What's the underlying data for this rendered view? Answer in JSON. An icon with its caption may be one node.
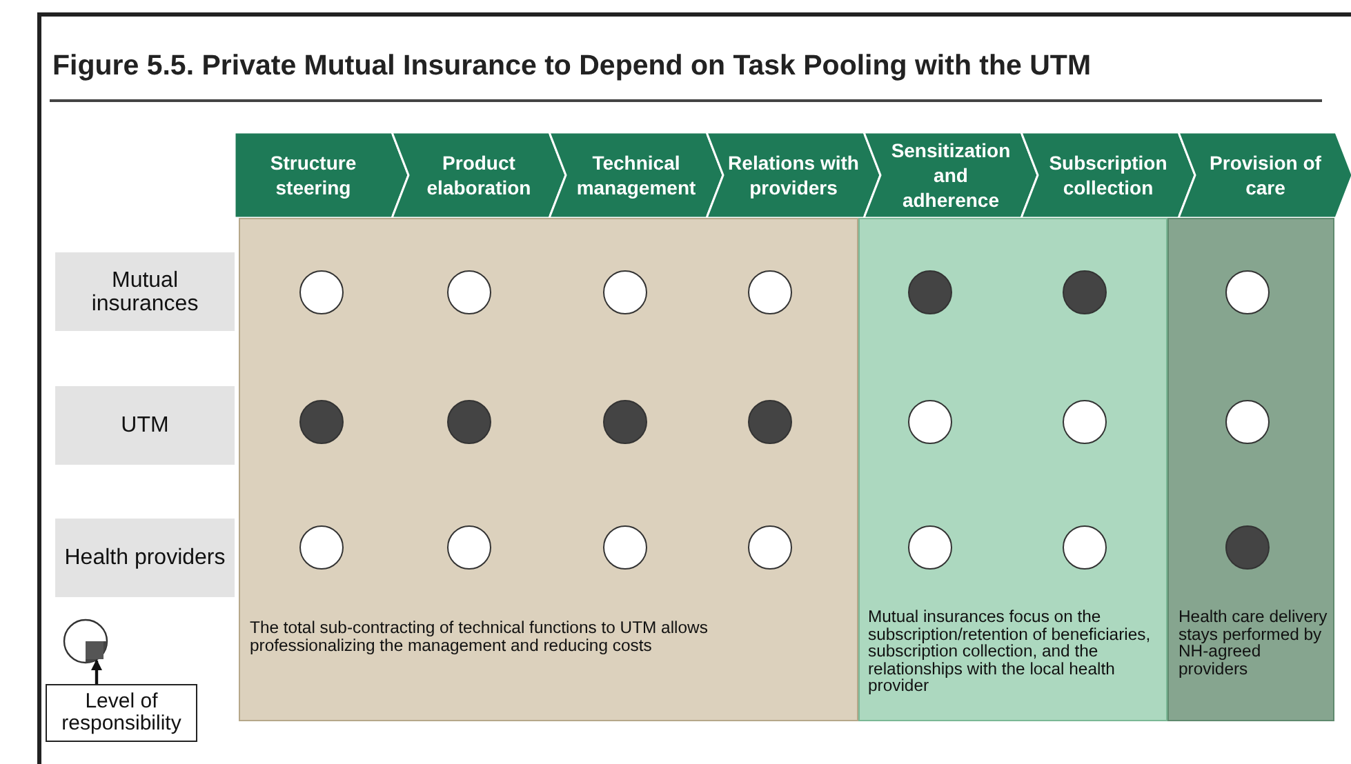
{
  "diagram": {
    "title": "Figure 5.5. Private Mutual Insurance to Depend on Task Pooling with the UTM",
    "nodes": [
      {
        "text": [
          "Structure steering"
        ]
      },
      {
        "text": [
          "Product elaboration"
        ]
      },
      {
        "text": [
          "Technical management"
        ]
      },
      {
        "text": [
          "Relations with providers"
        ]
      },
      {
        "text": [
          "Sensitization and adherence"
        ]
      },
      {
        "text": [
          "Subscription collection"
        ]
      },
      {
        "text": [
          "Provision of care"
        ]
      },
      {
        "text": [
          "Mutual insurances"
        ]
      },
      {
        "text": [
          "UTM"
        ]
      },
      {
        "text": [
          "Health providers"
        ]
      },
      {
        "text": [
          "The total sub-contracting of technical functions to UTM allows professionalizing the management and reducing costs"
        ]
      },
      {
        "text": [
          "Mutual insurances focus on the subscription/retention of beneficiaries, subscription collection, and the relationships with the local health provider"
        ]
      },
      {
        "text": [
          "Health care delivery stays performed by NH-agreed providers"
        ]
      },
      {
        "text": [],
        "shape": "circle",
        "in": 10
      },
      {
        "text": [],
        "shape": "circle",
        "in": 10
      },
      {
        "text": [],
        "shape": "circle",
        "in": 10
      },
      {
        "text": [],
        "shape": "circle",
        "in": 10
      },
      {
        "text": [],
        "shape": "dot",
        "in": 11
      },
      {
        "text": [],
        "shape": "dot",
        "in": 11
      },
      {
        "text": [],
        "shape": "circle",
        "in": 12
      },
      {
        "text": [],
        "shape": "dot",
        "in": 10
      },
      {
        "text": [],
        "shape": "dot",
        "in": 10
      },
      {
        "text": [],
        "shape": "dot",
        "in": 10
      },
      {
        "text": [],
        "shape": "dot",
        "in": 10
      },
      {
        "text": [],
        "shape": "circle",
        "in": 11
      },
      {
        "text": [],
        "shape": "circle",
        "in": 11
      },
      {
        "text": [],
        "shape": "circle",
        "in": 12
      },
      {
        "text": [],
        "shape": "circle",
        "in": 10
      },
      {
        "text": [],
        "shape": "circle",
        "in": 10
      },
      {
        "text": [],
        "shape": "circle",
        "in": 10
      },
      {
        "text": [],
        "shape": "circle",
        "in": 10
      },
      {
        "text": [],
        "shape": "circle",
        "in": 11
      },
      {
        "text": [],
        "shape": "circle",
        "in": 11
      },
      {
        "text": [],
        "shape": "dot",
        "in": 12
      },
      {
        "text": [],
        "shape": "picture"
      },
      {
        "text": [
          "Level of responsibility"
        ]
      }
    ],
    "edges": [
      {
        "from": 35,
        "to": 34,
        "arrow": "to"
      }
    ]
  }
}
